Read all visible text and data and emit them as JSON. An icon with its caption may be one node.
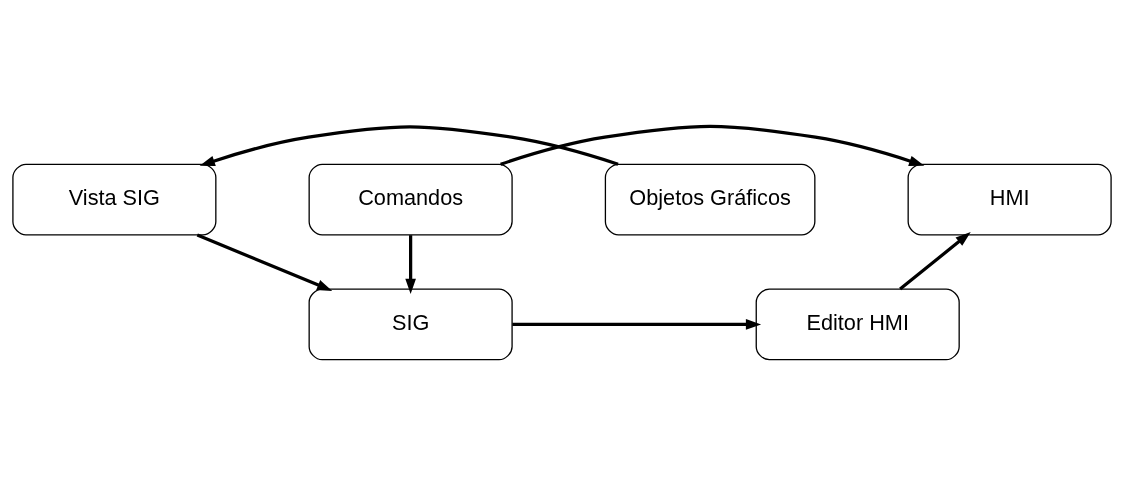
{
  "diagram": {
    "nodes": [
      {
        "text": [
          "Comandos"
        ]
      },
      {
        "text": [
          "HMI"
        ]
      },
      {
        "text": [
          "SIG"
        ]
      },
      {
        "text": [
          "Editor HMI"
        ]
      },
      {
        "text": [
          "Vista SIG"
        ]
      },
      {
        "text": [
          "Objetos Gráficos"
        ]
      }
    ],
    "edges": [
      {
        "from": 0,
        "to": 1,
        "arrow": "to"
      },
      {
        "from": 0,
        "to": 2,
        "arrow": "to"
      },
      {
        "from": 2,
        "to": 3,
        "arrow": "to"
      },
      {
        "from": 3,
        "to": 1,
        "arrow": "to"
      },
      {
        "from": 4,
        "to": 2,
        "arrow": "to"
      },
      {
        "from": 5,
        "to": 4,
        "arrow": "to"
      }
    ]
  }
}
